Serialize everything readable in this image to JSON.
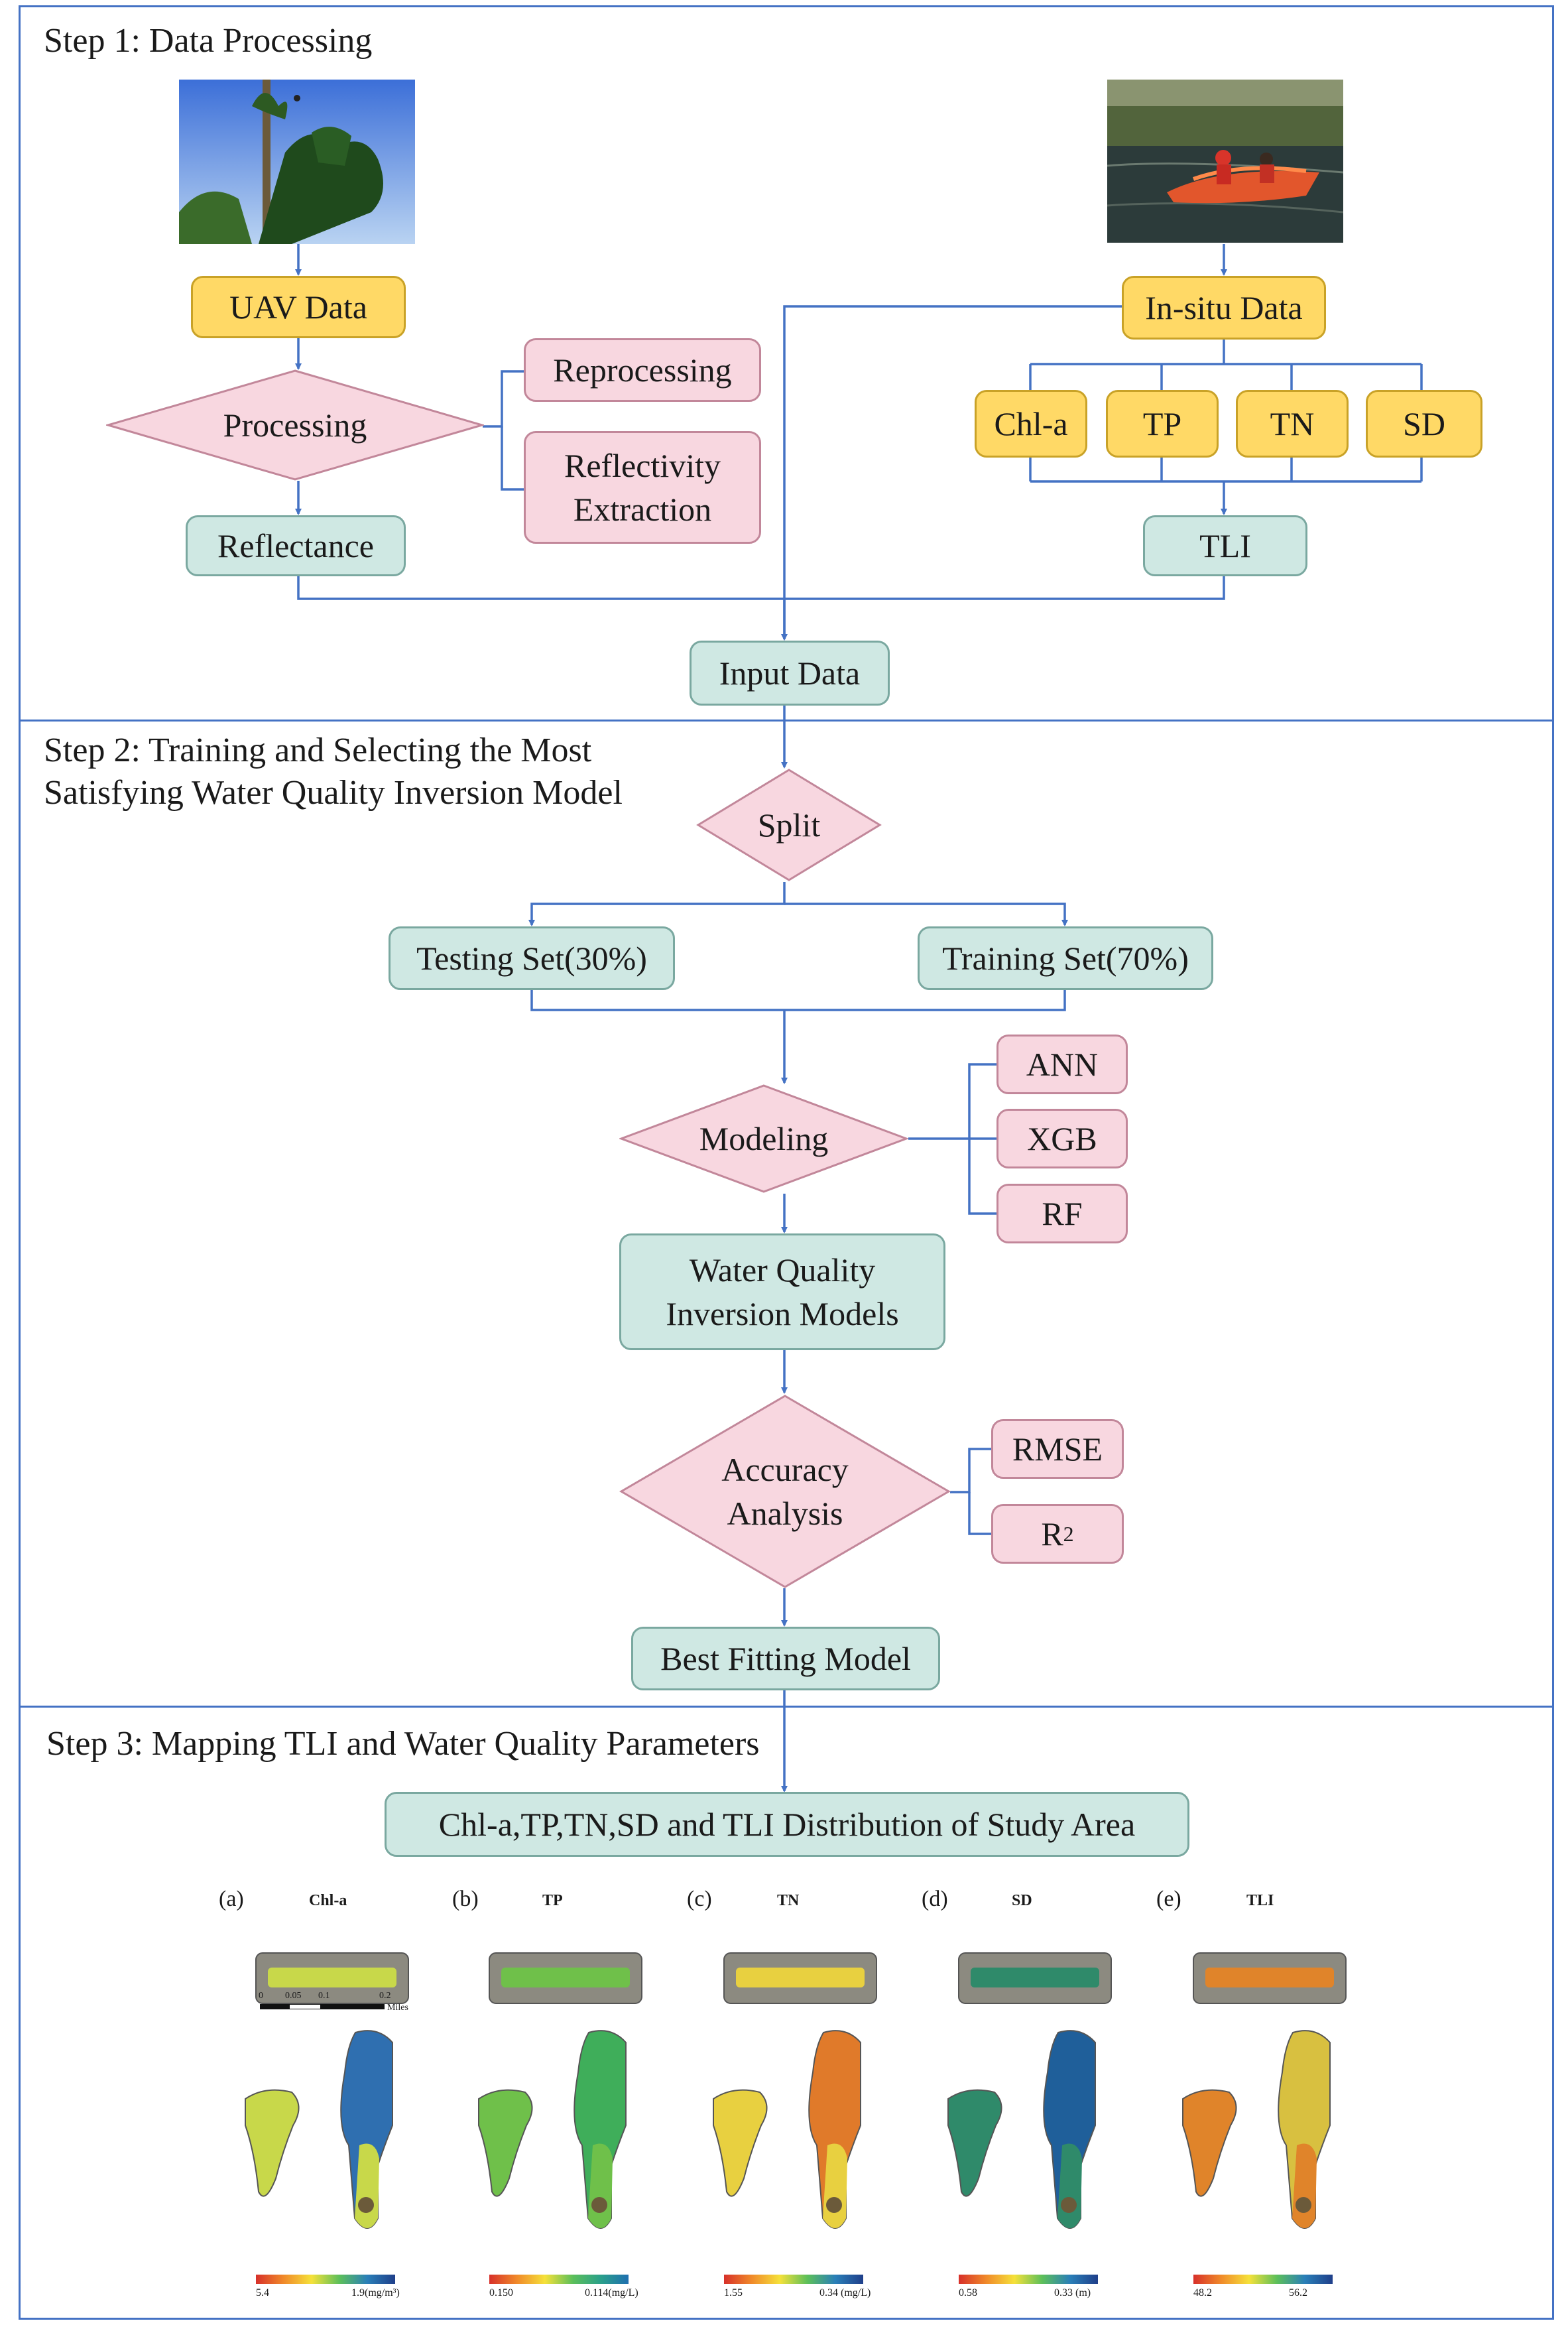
{
  "steps": {
    "step1": "Step 1: Data Processing",
    "step2": "Step 2: Training and Selecting the Most\nSatisfying Water Quality Inversion Model",
    "step3": "Step 3: Mapping TLI and Water Quality Parameters"
  },
  "nodes": {
    "uav": "UAV Data",
    "processing": "Processing",
    "reprocessing": "Reprocessing",
    "reflectivity": "Reflectivity\nExtraction",
    "reflectance": "Reflectance",
    "insitu": "In-situ Data",
    "chla": "Chl-a",
    "tp": "TP",
    "tn": "TN",
    "sd": "SD",
    "tli": "TLI",
    "input": "Input Data",
    "split": "Split",
    "testing": "Testing Set(30%)",
    "training": "Training Set(70%)",
    "modeling": "Modeling",
    "ann": "ANN",
    "xgb": "XGB",
    "rf": "RF",
    "wqim": "Water Quality\nInversion  Models",
    "accuracy": "Accuracy\nAnalysis",
    "rmse": "RMSE",
    "r2_base": "R",
    "r2_sup": "2",
    "best": "Best Fitting Model",
    "distribution": "Chl-a,TP,TN,SD and TLI Distribution of Study Area"
  },
  "maps": [
    {
      "tag": "(a)",
      "title": "Chl-a",
      "cb_left": "5.4",
      "cb_right": "1.9(mg/m³)",
      "main": "#c8d84a",
      "alt": "#2f6fb0"
    },
    {
      "tag": "(b)",
      "title": "TP",
      "cb_left": "0.150",
      "cb_right": "0.114(mg/L)",
      "main": "#6fc04a",
      "alt": "#3fae5a"
    },
    {
      "tag": "(c)",
      "title": "TN",
      "cb_left": "1.55",
      "cb_right": "0.34 (mg/L)",
      "main": "#e8d040",
      "alt": "#e07a2a"
    },
    {
      "tag": "(d)",
      "title": "SD",
      "cb_left": "0.58",
      "cb_right": "0.33 (m)",
      "main": "#2f8a6a",
      "alt": "#1f5f9a"
    },
    {
      "tag": "(e)",
      "title": "TLI",
      "cb_left": "48.2",
      "cb_right": "56.2",
      "main": "#e0842a",
      "alt": "#d8c040"
    }
  ],
  "scale": {
    "ticks": [
      "0",
      "0.05",
      "0.1",
      "0.2"
    ],
    "unit": "Miles"
  },
  "colors": {
    "frame": "#4472c4",
    "arrow": "#4472c4",
    "yellow": "#ffd966",
    "teal": "#cfe8e3",
    "pink": "#f8d7e0"
  }
}
